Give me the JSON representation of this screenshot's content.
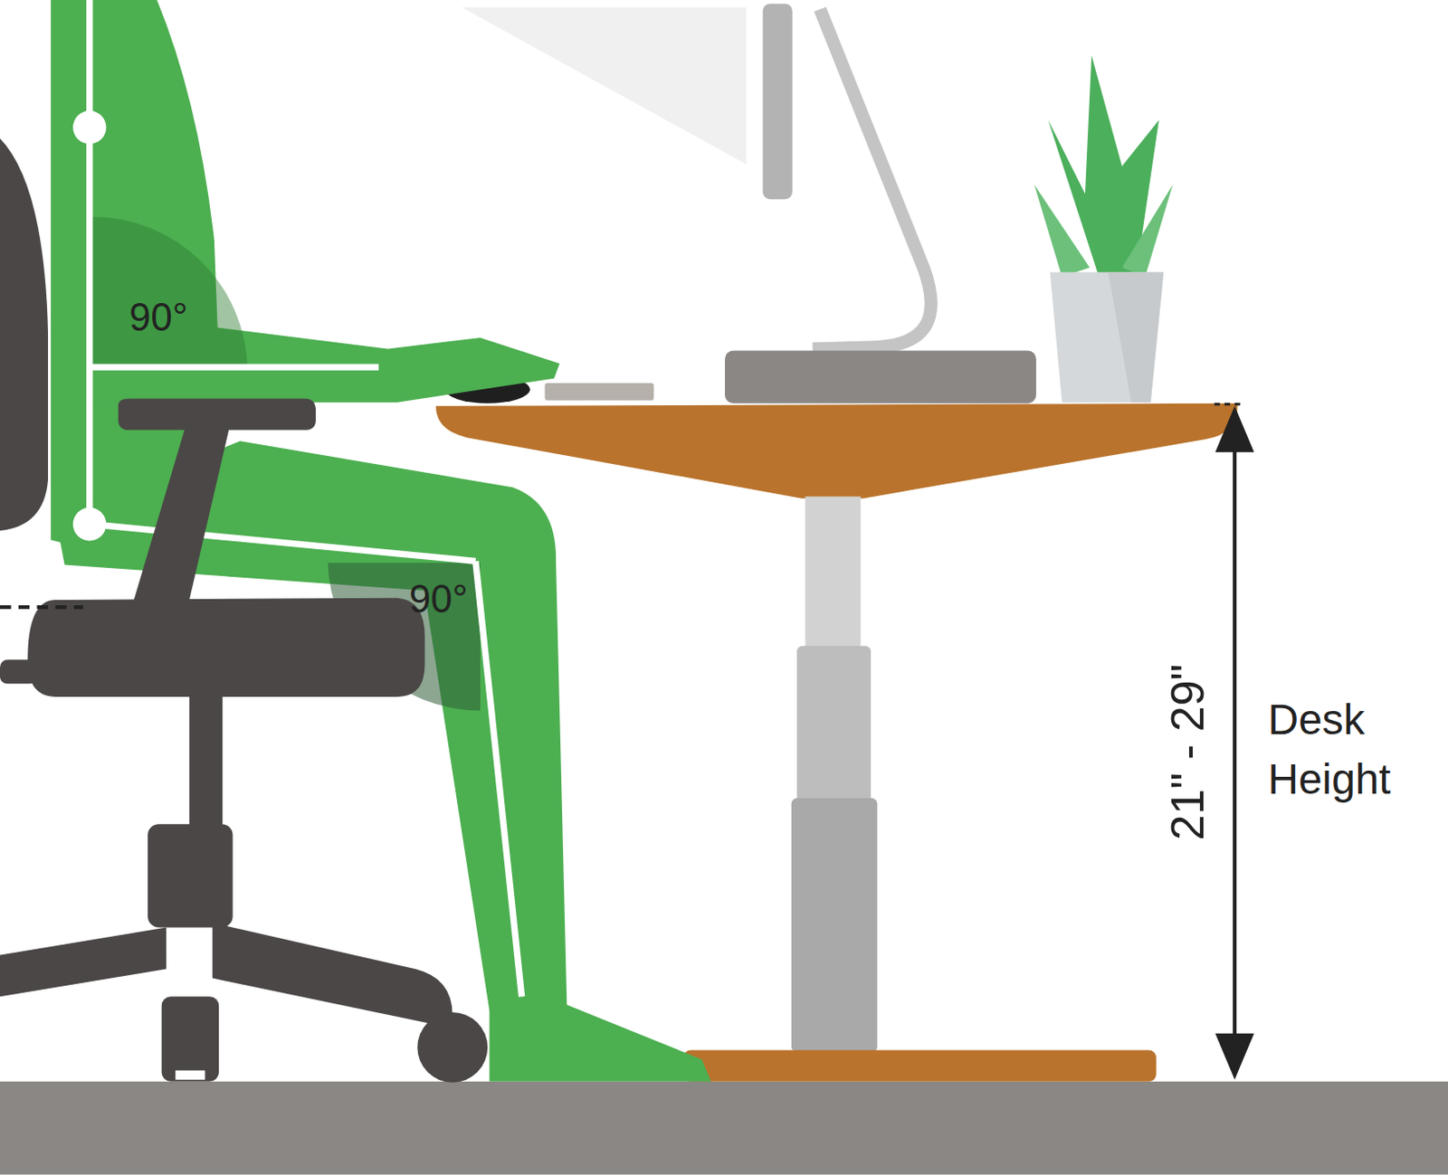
{
  "diagram": {
    "labels": [
      "90°",
      "90°",
      "21\" - 29\"",
      "Desk Height"
    ]
  }
}
